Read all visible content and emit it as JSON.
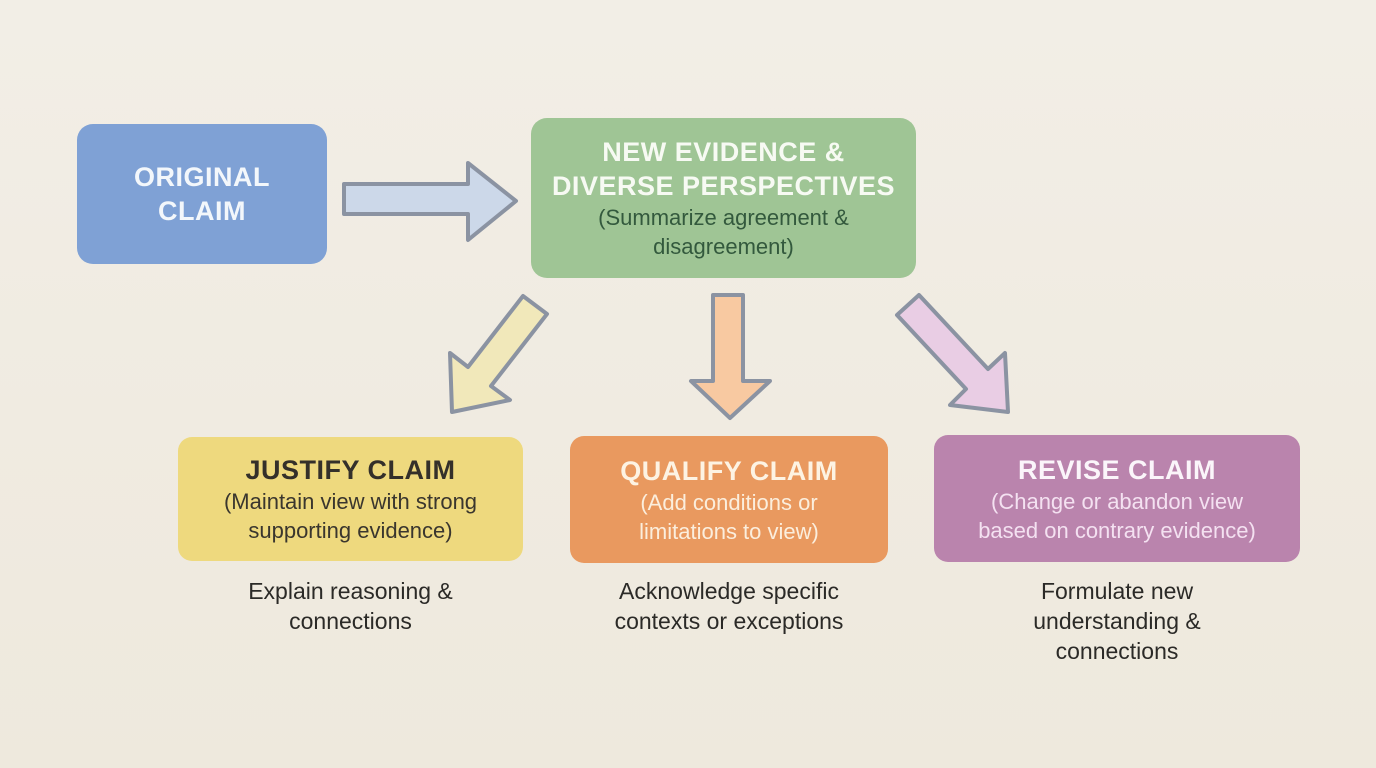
{
  "canvas": {
    "background_color": "#f0ebe1"
  },
  "nodes": {
    "original_claim": {
      "title": "ORIGINAL\nCLAIM",
      "fill": "#7fa1d5",
      "title_color": "#f3f7fb"
    },
    "new_evidence": {
      "title": "NEW EVIDENCE &\nDIVERSE PERSPECTIVES",
      "subtitle": "(Summarize agreement &\ndisagreement)",
      "fill": "#9fc595",
      "title_color": "#f7faf3",
      "subtitle_color": "#33593d"
    },
    "justify_claim": {
      "title": "JUSTIFY CLAIM",
      "subtitle": "(Maintain view with strong\nsupporting evidence)",
      "caption": "Explain reasoning &\nconnections",
      "fill": "#eed97e",
      "title_color": "#34302a"
    },
    "qualify_claim": {
      "title": "QUALIFY CLAIM",
      "subtitle": "(Add conditions or\nlimitations to view)",
      "caption": "Acknowledge specific\ncontexts or exceptions",
      "fill": "#e9995f",
      "title_color": "#fdf3e3"
    },
    "revise_claim": {
      "title": "REVISE CLAIM",
      "subtitle": "(Change or abandon view\nbased on contrary evidence)",
      "caption": "Formulate new\nunderstanding &\nconnections",
      "fill": "#ba84ad",
      "title_color": "#fbf5fa"
    }
  },
  "arrows": {
    "right": {
      "fill": "#ccd8e9",
      "stroke": "#8b93a2"
    },
    "down_left": {
      "fill": "#f1e8ba",
      "stroke": "#8b93a2"
    },
    "down": {
      "fill": "#f8c9a1",
      "stroke": "#8b93a2"
    },
    "down_right": {
      "fill": "#e9cde4",
      "stroke": "#8b93a2"
    }
  }
}
